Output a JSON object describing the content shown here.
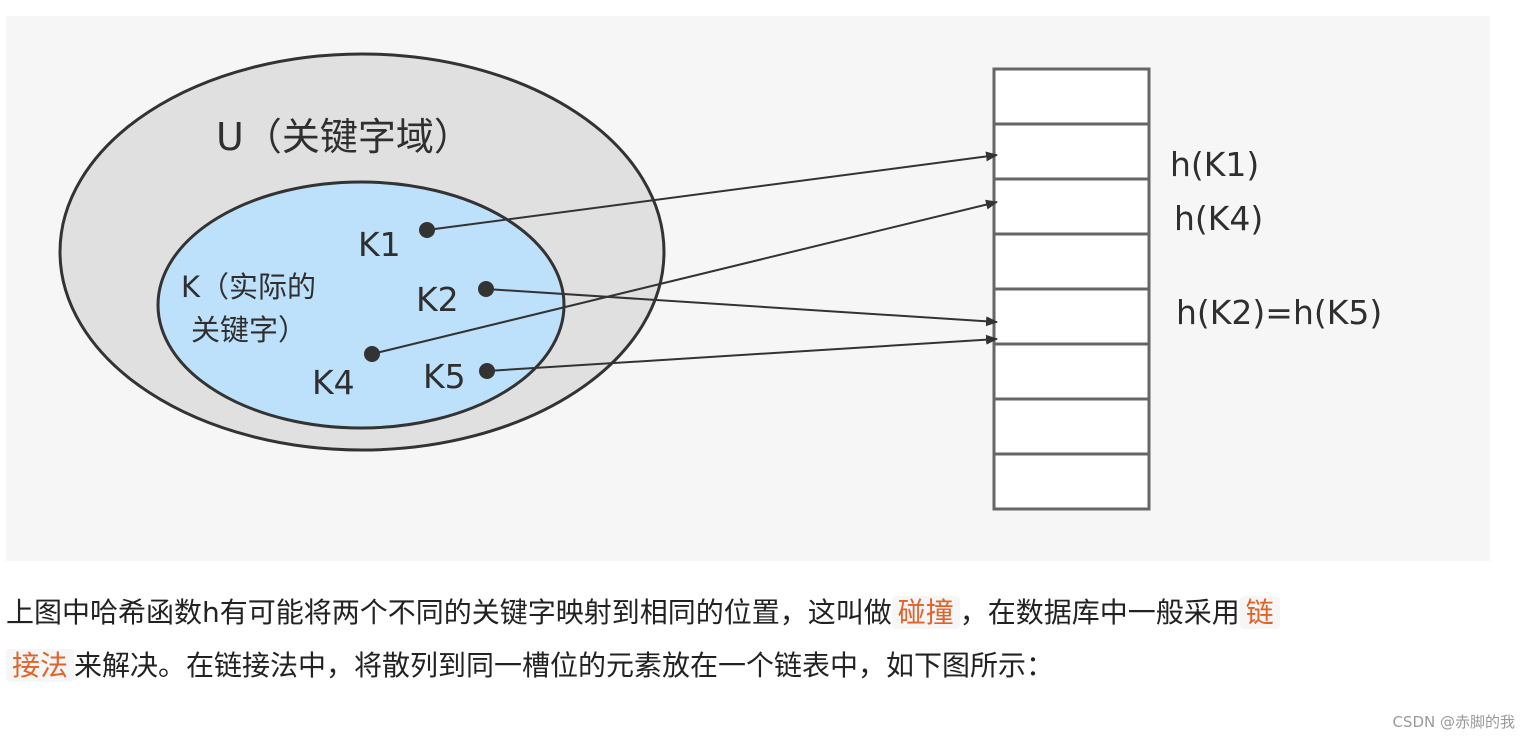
{
  "figure": {
    "universe_label": "U（关键字域）",
    "actual_keys_label_line1": "K（实际的",
    "actual_keys_label_line2": "关键字）",
    "keys": [
      "K1",
      "K2",
      "K4",
      "K5"
    ],
    "slot_labels": [
      "h(K1)",
      "h(K4)",
      "h(K2)=h(K5)"
    ],
    "slot_count": 8,
    "colors": {
      "outer_ellipse": "#e0e0e0",
      "inner_ellipse": "#bde0fb",
      "stroke": "#333333",
      "table_stroke": "#666666"
    }
  },
  "paragraph": {
    "part1": "上图中哈希函数h有可能将两个不同的关键字映射到相同的位置，这叫做",
    "term_collision": "碰撞",
    "part2": "，在数据库中一般采用",
    "term_chaining_1": "链",
    "term_chaining_2": "接法",
    "part3": "来解决。在链接法中，将散列到同一槽位的元素放在一个链表中，如下图所示："
  },
  "watermark": "CSDN @赤脚的我"
}
